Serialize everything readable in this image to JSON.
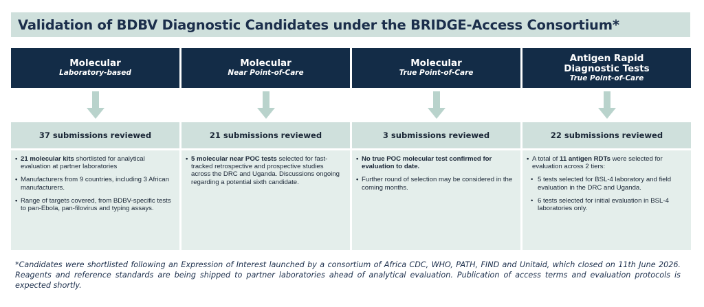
{
  "title": "Validation of BDBV Diagnostic Candidates under the BRIDGE-Access Consortium*",
  "columns": [
    {
      "title": "Molecular",
      "subtitle": "Laboratory-based",
      "count": "37 submissions reviewed",
      "bullets": [
        {
          "bold": "21 molecular kits",
          "text": " shortlisted for analytical evaluation at partner laboratories"
        },
        {
          "bold": "",
          "text": "Manufacturers from 9 countries, including 3 African manufacturers."
        },
        {
          "bold": "",
          "text": "Range of targets covered, from BDBV-specific tests to pan-Ebola, pan-filovirus and typing assays."
        }
      ]
    },
    {
      "title": "Molecular",
      "subtitle": "Near Point-of-Care",
      "count": "21 submissions reviewed",
      "bullets": [
        {
          "bold": "5 molecular near POC tests",
          "text": " selected for fast-tracked retrospective and prospective studies across the DRC and Uganda. Discussions ongoing regarding a potential sixth candidate."
        }
      ]
    },
    {
      "title": "Molecular",
      "subtitle": "True Point-of-Care",
      "count": "3 submissions reviewed",
      "bullets": [
        {
          "bold": "No true POC molecular test confirmed for evaluation to date.",
          "text": ""
        },
        {
          "bold": "",
          "text": "Further round of selection may be considered in the coming months."
        }
      ]
    },
    {
      "title": "Antigen Rapid Diagnostic Tests",
      "subtitle": "True Point-of-Care",
      "count": "22 submissions reviewed",
      "bullets": [
        {
          "pre": "A total of ",
          "bold": "11 antigen RDTs",
          "text": " were selected for evaluation across 2 tiers:"
        }
      ],
      "sub_bullets": [
        "5  tests selected for BSL-4 laboratory and field evaluation in the DRC and Uganda.",
        "6 tests selected for initial evaluation in BSL-4 laboratories only."
      ]
    }
  ],
  "footnote": "*Candidates were shortlisted following an Expression of Interest launched by a consortium of Africa CDC, WHO, PATH, FIND and Unitaid, which closed on 11th June 2026. Reagents and reference standards are being shipped to partner laboratories ahead of analytical evaluation. Publication of access terms and evaluation protocols is expected shortly.",
  "colors": {
    "header_bg": "#132c47",
    "light_panel": "#cfe0dc",
    "body_panel": "#e4eeeb",
    "arrow": "#b9d3cc",
    "title_text": "#1b2e4b"
  },
  "icons": [
    "down-arrow-icon"
  ]
}
